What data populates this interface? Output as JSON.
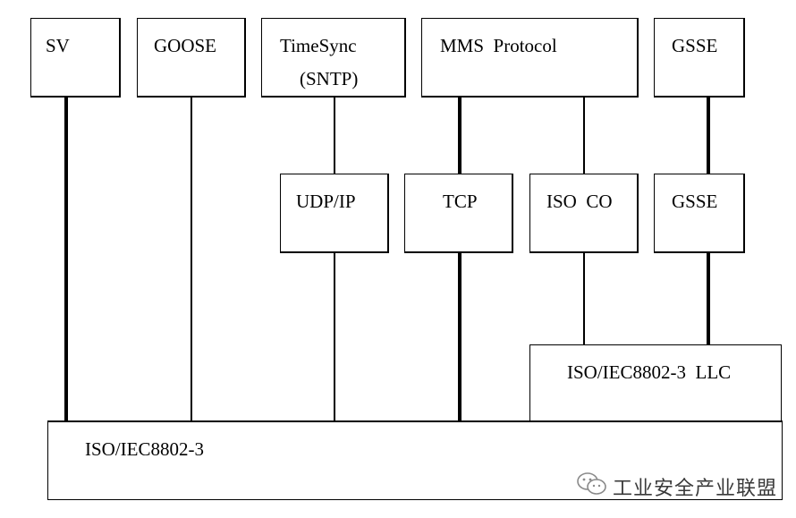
{
  "diagram": {
    "top_row": {
      "sv": "SV",
      "goose": "GOOSE",
      "timesync_line1": "TimeSync",
      "timesync_line2": "(SNTP)",
      "mms": "MMS  Protocol",
      "gsse": "GSSE"
    },
    "middle_row": {
      "udp_ip": "UDP/IP",
      "tcp": "TCP",
      "iso_co": "ISO  CO",
      "gsse": "GSSE"
    },
    "llc": "ISO/IEC8802-3  LLC",
    "base": "ISO/IEC8802-3"
  },
  "watermark": {
    "text": "工业安全产业联盟",
    "icon": "wechat-icon"
  }
}
